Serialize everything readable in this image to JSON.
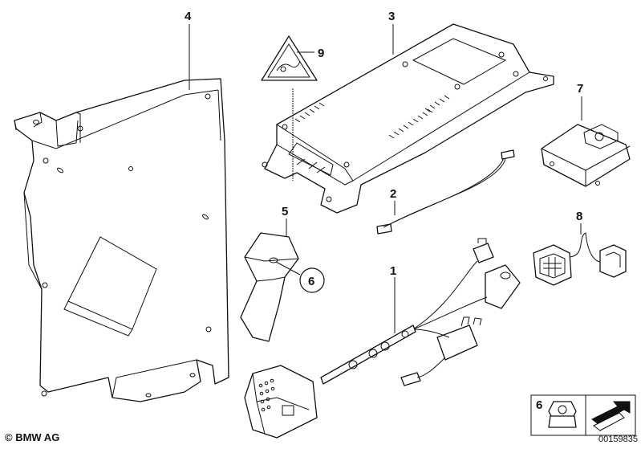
{
  "callouts": {
    "c1": "1",
    "c2": "2",
    "c3": "3",
    "c4": "4",
    "c5": "5",
    "c6": "6",
    "c7": "7",
    "c8": "8",
    "c9": "9",
    "legend6": "6"
  },
  "copyright": "© BMW AG",
  "document_number": "00159835"
}
